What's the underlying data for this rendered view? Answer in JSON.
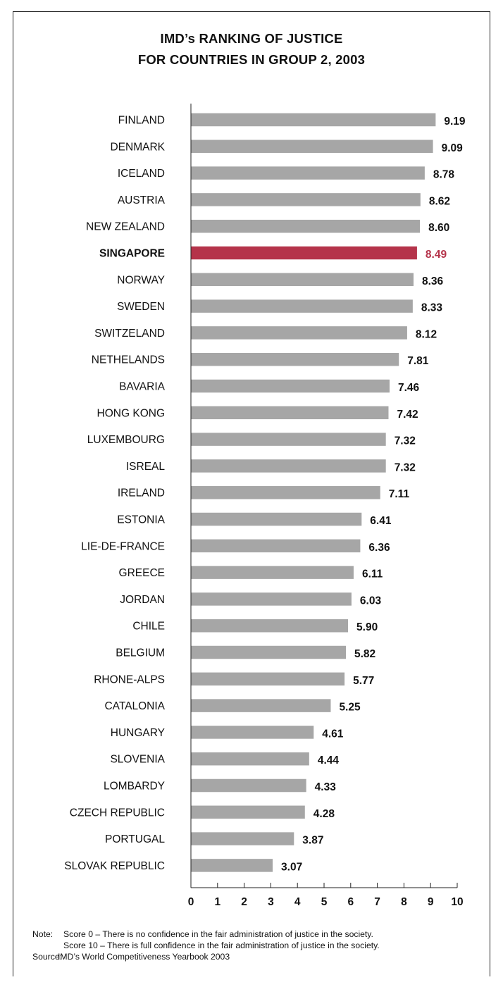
{
  "title_line1": "IMD’s RANKING OF JUSTICE",
  "title_line2": "FOR COUNTRIES IN GROUP 2, 2003",
  "note": {
    "label": "Note:",
    "line1": "Score 0  – There is no confidence in the fair administration of justice in the society.",
    "line2": "Score 10 – There is full confidence in the fair administration of justice in the society."
  },
  "source": {
    "label": "Source:",
    "text": "IMD’s World Competitiveness Yearbook 2003"
  },
  "colors": {
    "bar": "#a6a6a6",
    "highlight": "#b5334a",
    "text": "#111111"
  },
  "chart_data": {
    "type": "bar",
    "orientation": "horizontal",
    "title": "IMD’s RANKING OF JUSTICE FOR COUNTRIES IN GROUP 2, 2003",
    "xlabel": "",
    "ylabel": "",
    "xlim": [
      0,
      10
    ],
    "xticks": [
      0,
      1,
      2,
      3,
      4,
      5,
      6,
      7,
      8,
      9,
      10
    ],
    "grid": false,
    "highlight": "SINGAPORE",
    "categories": [
      "FINLAND",
      "DENMARK",
      "ICELAND",
      "AUSTRIA",
      "NEW ZEALAND",
      "SINGAPORE",
      "NORWAY",
      "SWEDEN",
      "SWITZELAND",
      "NETHELANDS",
      "BAVARIA",
      "HONG KONG",
      "LUXEMBOURG",
      "ISREAL",
      "IRELAND",
      "ESTONIA",
      "LIE-DE-FRANCE",
      "GREECE",
      "JORDAN",
      "CHILE",
      "BELGIUM",
      "RHONE-ALPS",
      "CATALONIA",
      "HUNGARY",
      "SLOVENIA",
      "LOMBARDY",
      "CZECH REPUBLIC",
      "PORTUGAL",
      "SLOVAK REPUBLIC"
    ],
    "values": [
      9.19,
      9.09,
      8.78,
      8.62,
      8.6,
      8.49,
      8.36,
      8.33,
      8.12,
      7.81,
      7.46,
      7.42,
      7.32,
      7.32,
      7.11,
      6.41,
      6.36,
      6.11,
      6.03,
      5.9,
      5.82,
      5.77,
      5.25,
      4.61,
      4.44,
      4.33,
      4.28,
      3.87,
      3.07
    ],
    "value_labels": [
      "9.19",
      "9.09",
      "8.78",
      "8.62",
      "8.60",
      "8.49",
      "8.36",
      "8.33",
      "8.12",
      "7.81",
      "7.46",
      "7.42",
      "7.32",
      "7.32",
      "7.11",
      "6.41",
      "6.36",
      "6.11",
      "6.03",
      "5.90",
      "5.82",
      "5.77",
      "5.25",
      "4.61",
      "4.44",
      "4.33",
      "4.28",
      "3.87",
      "3.07"
    ]
  }
}
